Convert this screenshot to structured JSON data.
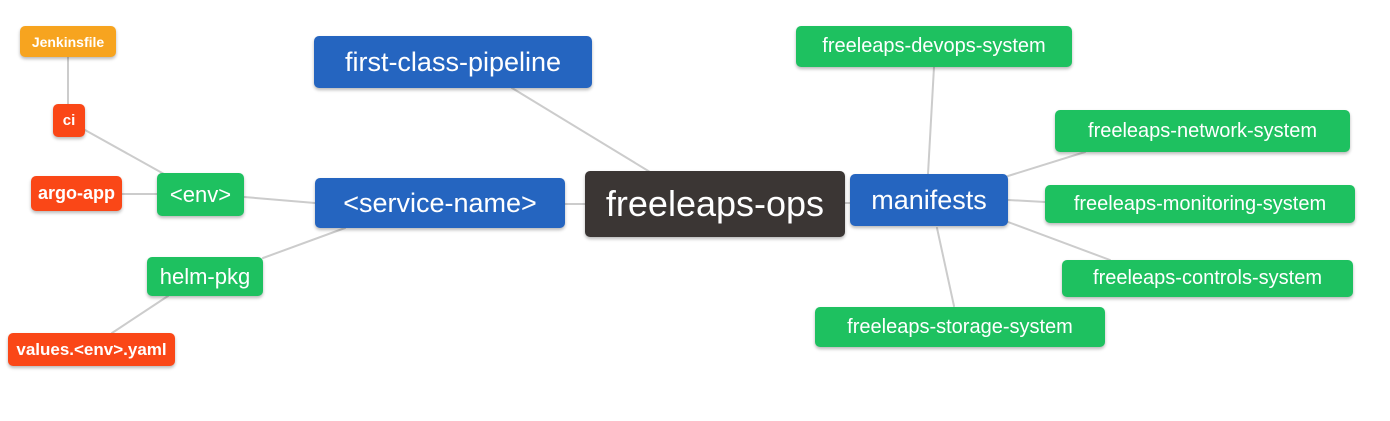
{
  "colors": {
    "background": "#ffffff",
    "edge": "#cccccc",
    "text": "#ffffff",
    "root_bg": "#3b3634",
    "branch_bg": "#2565c0",
    "leaf_bg": "#1ec160",
    "detail_bg": "#fa4717",
    "file_bg": "#f7a41f"
  },
  "nodes": {
    "root": {
      "label": "freeleaps-ops"
    },
    "first_class_pipeline": {
      "label": "first-class-pipeline"
    },
    "service_name": {
      "label": "<service-name>"
    },
    "manifests": {
      "label": "manifests"
    },
    "env": {
      "label": "<env>"
    },
    "helm_pkg": {
      "label": "helm-pkg"
    },
    "ci": {
      "label": "ci"
    },
    "argo_app": {
      "label": "argo-app"
    },
    "jenkinsfile": {
      "label": "Jenkinsfile"
    },
    "values_env_yaml": {
      "label": "values.<env>.yaml"
    },
    "devops_system": {
      "label": "freeleaps-devops-system"
    },
    "network_system": {
      "label": "freeleaps-network-system"
    },
    "monitoring_system": {
      "label": "freeleaps-monitoring-system"
    },
    "controls_system": {
      "label": "freeleaps-controls-system"
    },
    "storage_system": {
      "label": "freeleaps-storage-system"
    }
  },
  "edges": [
    {
      "from": "jenkinsfile",
      "to": "ci"
    },
    {
      "from": "ci",
      "to": "env"
    },
    {
      "from": "argo_app",
      "to": "env"
    },
    {
      "from": "env",
      "to": "service_name"
    },
    {
      "from": "service_name",
      "to": "helm_pkg"
    },
    {
      "from": "values_env_yaml",
      "to": "helm_pkg"
    },
    {
      "from": "first_class_pipeline",
      "to": "root"
    },
    {
      "from": "service_name",
      "to": "root"
    },
    {
      "from": "root",
      "to": "manifests"
    },
    {
      "from": "manifests",
      "to": "devops_system"
    },
    {
      "from": "manifests",
      "to": "network_system"
    },
    {
      "from": "manifests",
      "to": "monitoring_system"
    },
    {
      "from": "manifests",
      "to": "controls_system"
    },
    {
      "from": "manifests",
      "to": "storage_system"
    }
  ]
}
